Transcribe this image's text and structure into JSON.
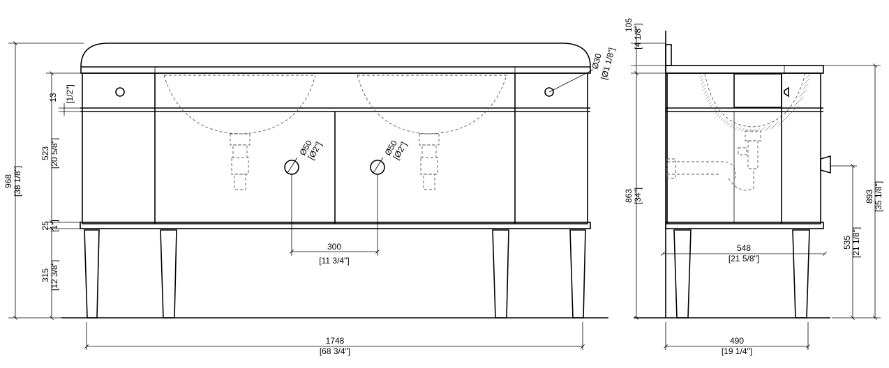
{
  "front_view": {
    "dims": {
      "total_height_mm": "968",
      "total_height_in": "[38 1/8\"]",
      "top_band_mm": "13",
      "top_band_in": "[1/2\"]",
      "cabinet_mm": "523",
      "cabinet_in": "[20 5/8\"]",
      "base_band_mm": "25",
      "base_band_in": "[1\"]",
      "legs_mm": "315",
      "legs_in": "[12 3/8\"]",
      "width_mm": "1748",
      "width_in": "[68 3/4\"]",
      "drain_spacing_mm": "300",
      "drain_spacing_in": "[11 3/4\"]",
      "drain1_dia": "Ø50",
      "drain1_dia_in": "[Ø2\"]",
      "drain2_dia": "Ø50",
      "drain2_dia_in": "[Ø2\"]",
      "tap_hole_dia": "Ø30",
      "tap_hole_dia_in": "[Ø1 1/8\"]"
    }
  },
  "side_view": {
    "dims": {
      "backsplash_mm": "105",
      "backsplash_in": "[4 1/8\"]",
      "counter_height_mm": "863",
      "counter_height_in": "[34\"]",
      "overall_height_mm": "893",
      "overall_height_in": "[35 1/8\"]",
      "drain_height_mm": "535",
      "drain_height_in": "[21 1/8\"]",
      "top_depth_mm": "548",
      "top_depth_in": "[21 5/8\"]",
      "base_depth_mm": "490",
      "base_depth_in": "[19 1/4\"]"
    }
  }
}
